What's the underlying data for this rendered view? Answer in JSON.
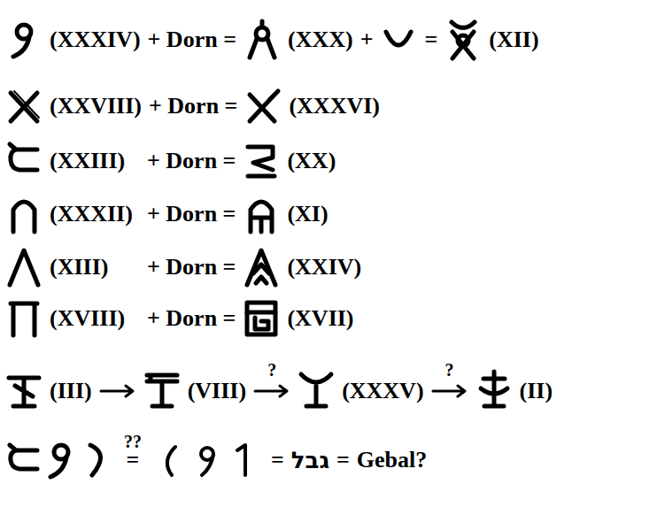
{
  "diagram": {
    "labels": [
      "(XXXIV)",
      "+ Dorn =",
      "(XXX)",
      "+",
      "=",
      "(XII)",
      "(XXVIII)",
      "+ Dorn =",
      "(XXXVI)",
      "(XXIII)",
      "+ Dorn =",
      "(XX)",
      "(XXXII)",
      "+ Dorn =",
      "(XI)",
      "(XIII)",
      "+ Dorn =",
      "(XXIV)",
      "(XVIII)",
      "+ Dorn =",
      "(XVII)",
      "(III)",
      "(VIII)",
      "?",
      "(XXXV)",
      "?",
      "(II)",
      "??",
      "=",
      "=",
      "גבל",
      "=",
      "Gebal?"
    ]
  }
}
